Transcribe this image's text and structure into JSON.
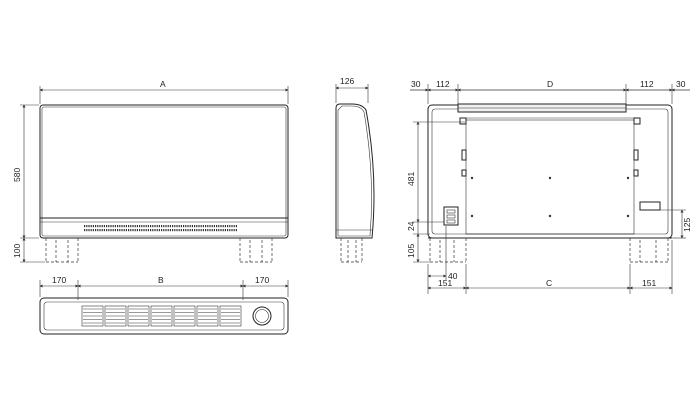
{
  "labels": {
    "front_width": "A",
    "front_height": "580",
    "front_feet": "100",
    "side_depth": "126",
    "back_left_edge": "30",
    "back_left_bracket": "112",
    "back_width_inner": "D",
    "back_right_bracket": "112",
    "back_right_edge": "30",
    "back_height": "481",
    "back_offset_24": "24",
    "back_feet": "105",
    "back_right_125": "125",
    "back_40": "40",
    "back_left_151": "151",
    "back_width_c": "C",
    "back_right_151": "151",
    "top_left_170": "170",
    "top_width_b": "B",
    "top_right_170": "170"
  }
}
